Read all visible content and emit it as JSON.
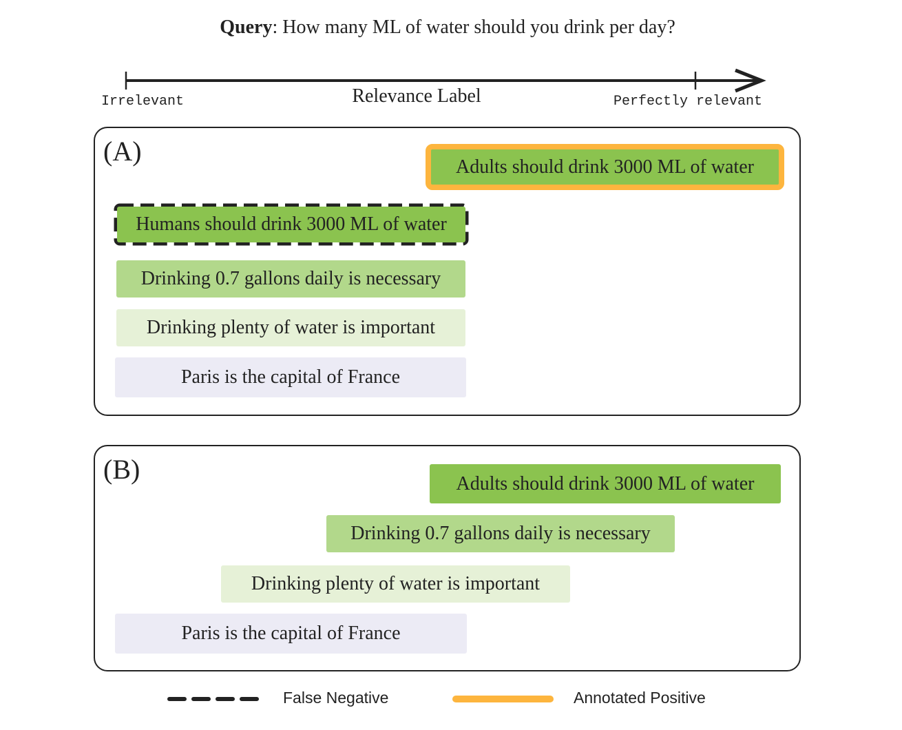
{
  "query": {
    "prefix": "Query",
    "text": ": How many ML of water should you drink per day?"
  },
  "axis": {
    "title": "Relevance Label",
    "left_label": "Irrelevant",
    "right_label": "Perfectly relevant"
  },
  "colors": {
    "perfectly_relevant": "#8bc34f",
    "highly_relevant": "#b2d88b",
    "somewhat_relevant": "#e6f1d7",
    "irrelevant": "#ecebf5",
    "annotated_positive": "#fdb53e",
    "false_negative": "#222222"
  },
  "panel_a": {
    "label": "(A)",
    "items": [
      {
        "text": "Adults should drink 3000 ML of water",
        "relevance_level": 3,
        "marking": "annotated_positive"
      },
      {
        "text": "Humans should drink 3000 ML of water",
        "relevance_level": 0,
        "marking": "false_negative"
      },
      {
        "text": "Drinking 0.7 gallons daily is necessary",
        "relevance_level": 0
      },
      {
        "text": "Drinking plenty of water is important",
        "relevance_level": 0
      },
      {
        "text": "Paris is the capital of France",
        "relevance_level": 0
      }
    ]
  },
  "panel_b": {
    "label": "(B)",
    "items": [
      {
        "text": "Adults should drink 3000 ML of water",
        "relevance_level": 3
      },
      {
        "text": "Drinking 0.7 gallons daily is necessary",
        "relevance_level": 2
      },
      {
        "text": "Drinking plenty of water is important",
        "relevance_level": 1
      },
      {
        "text": "Paris is the capital of France",
        "relevance_level": 0
      }
    ]
  },
  "legend": {
    "false_negative": "False Negative",
    "annotated_positive": "Annotated Positive"
  }
}
